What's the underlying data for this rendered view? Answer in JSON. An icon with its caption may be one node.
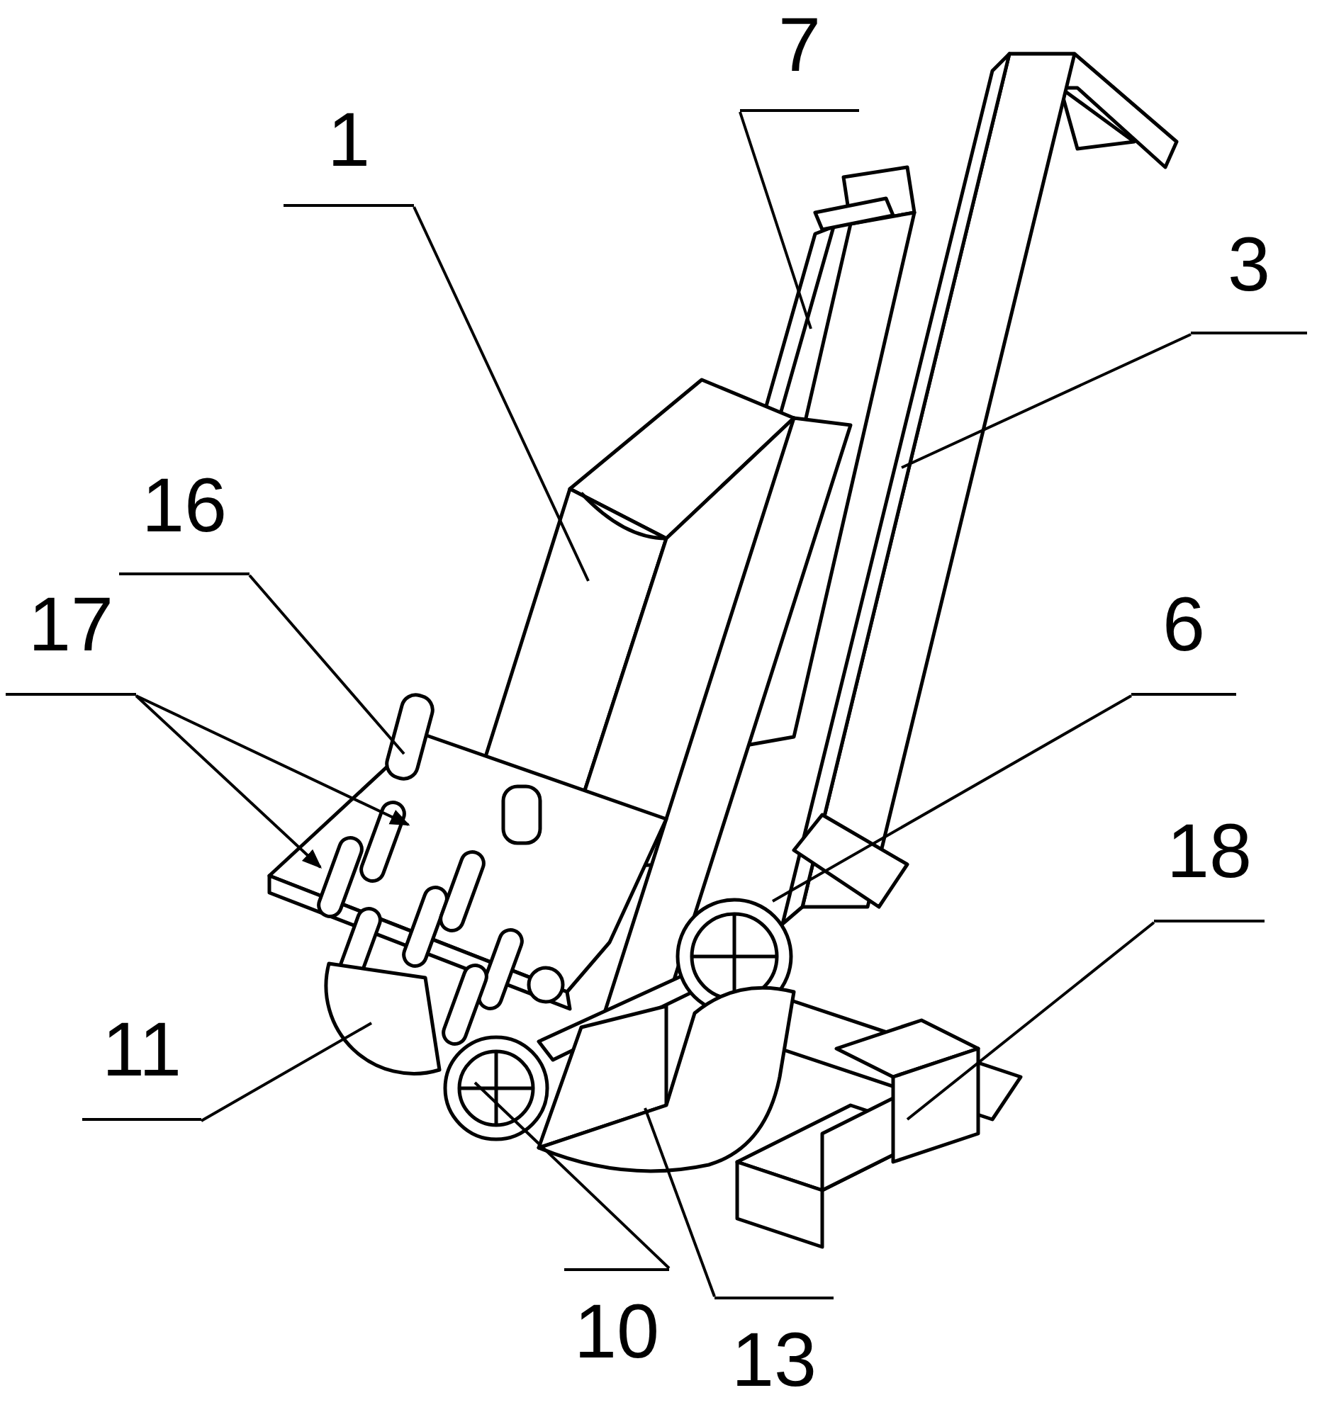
{
  "diagram": {
    "nodes": [
      {
        "text": [
          "7"
        ]
      },
      {
        "text": [
          "1"
        ]
      },
      {
        "text": [
          "3"
        ]
      },
      {
        "text": [
          "16"
        ]
      },
      {
        "text": [
          "17"
        ]
      },
      {
        "text": [
          "6"
        ]
      },
      {
        "text": [
          "18"
        ]
      },
      {
        "text": [
          "11"
        ]
      },
      {
        "text": [
          "10"
        ]
      },
      {
        "text": [
          "13"
        ]
      }
    ],
    "edges": [
      {
        "from": 0,
        "to": null,
        "arrow": "none"
      },
      {
        "from": 1,
        "to": null,
        "arrow": "none"
      },
      {
        "from": 2,
        "to": null,
        "arrow": "none"
      },
      {
        "from": 3,
        "to": null,
        "arrow": "none"
      },
      {
        "from": 4,
        "to": null,
        "arrow": "to"
      },
      {
        "from": 4,
        "to": null,
        "arrow": "to"
      },
      {
        "from": 5,
        "to": null,
        "arrow": "none"
      },
      {
        "from": 6,
        "to": null,
        "arrow": "none"
      },
      {
        "from": 7,
        "to": null,
        "arrow": "none"
      },
      {
        "from": 8,
        "to": null,
        "arrow": "none"
      },
      {
        "from": 9,
        "to": null,
        "arrow": "none"
      }
    ]
  }
}
